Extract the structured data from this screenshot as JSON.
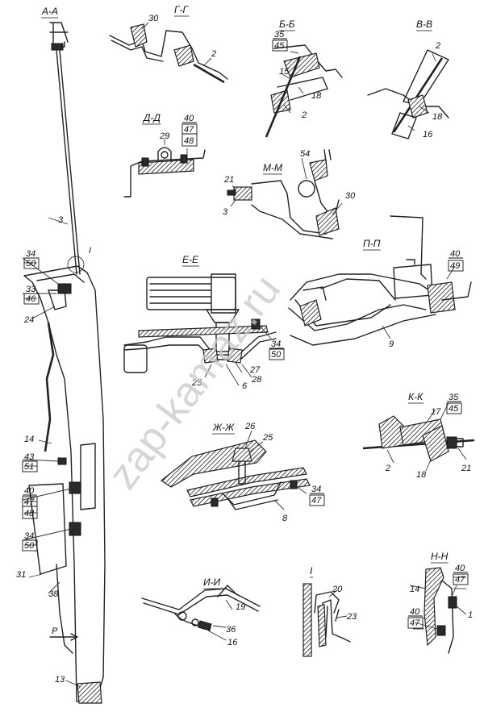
{
  "watermark": "zap-kamaz.ru",
  "sections": [
    {
      "id": "aa",
      "title": "А-А"
    },
    {
      "id": "gg",
      "title": "Г-Г"
    },
    {
      "id": "bb",
      "title": "Б-Б"
    },
    {
      "id": "vv",
      "title": "В-В"
    },
    {
      "id": "dd",
      "title": "Д-Д"
    },
    {
      "id": "mm",
      "title": "М-М"
    },
    {
      "id": "ee",
      "title": "Е-Е"
    },
    {
      "id": "pp",
      "title": "П-П"
    },
    {
      "id": "kk",
      "title": "К-К"
    },
    {
      "id": "zhzh",
      "title": "Ж-Ж"
    },
    {
      "id": "ii",
      "title": "И-И"
    },
    {
      "id": "detail",
      "title": "I"
    },
    {
      "id": "nn",
      "title": "Н-Н"
    }
  ],
  "labels": {
    "aa": [
      "3",
      "34",
      "50",
      "33",
      "46",
      "24",
      "14",
      "43",
      "51",
      "40",
      "47",
      "48",
      "34",
      "50",
      "31",
      "38",
      "P",
      "13",
      "I"
    ],
    "gg": [
      "30",
      "2"
    ],
    "bb": [
      "35",
      "45",
      "15",
      "18",
      "2"
    ],
    "vv": [
      "2",
      "18",
      "16"
    ],
    "dd": [
      "40",
      "47",
      "48",
      "29"
    ],
    "mm": [
      "54",
      "21",
      "3",
      "30"
    ],
    "ee": [
      "34",
      "50",
      "25",
      "27",
      "28",
      "6"
    ],
    "pp": [
      "40",
      "49",
      "9"
    ],
    "kk": [
      "35",
      "45",
      "17",
      "2",
      "18",
      "21"
    ],
    "zhzh": [
      "26",
      "25",
      "34",
      "47",
      "8"
    ],
    "ii": [
      "19",
      "36",
      "16"
    ],
    "detail": [
      "20",
      "23"
    ],
    "nn": [
      "14",
      "40",
      "47",
      "40",
      "47",
      "1"
    ]
  }
}
